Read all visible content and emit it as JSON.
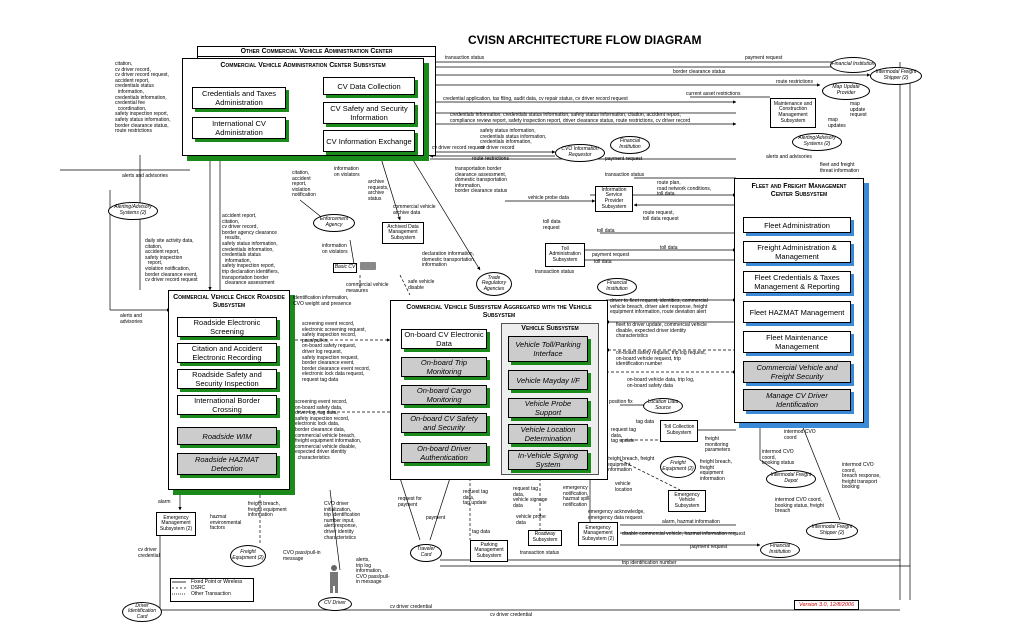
{
  "title": "CVISN ARCHITECTURE FLOW DIAGRAM",
  "version": "Version 3.0, 12/8/2006",
  "other_center": {
    "title": "Other Commercial Vehicle Administration Center"
  },
  "cvac": {
    "title": "Commercial Vehicle Administration Center Subsystem",
    "boxes": [
      "Credentials and Taxes Administration",
      "International CV Administration",
      "CV Data Collection",
      "CV Safety and Security Information",
      "CV Information Exchange"
    ]
  },
  "fleet": {
    "title": "Fleet and Freight Management Center Subsystem",
    "boxes": [
      "Fleet Administration",
      "Freight Administration & Management",
      "Fleet Credentials & Taxes Management & Reporting",
      "Fleet HAZMAT Management",
      "Fleet Maintenance Management"
    ],
    "gray_boxes": [
      "Commercial Vehicle and Freight Security",
      "Manage CV Driver Identification"
    ]
  },
  "cvcheck": {
    "title": "Commercial Vehicle Check Roadside Subsystem",
    "boxes": [
      "Roadside Electronic Screening",
      "Citation and Accident Electronic Recording",
      "Roadside Safety and Security Inspection",
      "International Border Crossing"
    ],
    "gray_boxes": [
      "Roadside WIM",
      "Roadside HAZMAT Detection"
    ]
  },
  "cvs": {
    "title": "Commercial Vehicle Subsystem Aggregated with the Vehicle Subsystem",
    "boxes": [
      "On-board CV Electronic Data"
    ],
    "gray_boxes": [
      "On-board Trip Monitoring",
      "On-board Cargo Monitoring",
      "On-board CV Safety and Security",
      "On-board Driver Authentication"
    ],
    "vehicle_title": "Vehicle Subsystem",
    "vehicle_boxes": [
      "Vehicle Toll/Parking Interface",
      "Vehicle Mayday I/F",
      "Vehicle Probe Support",
      "Vehicle Location Determination",
      "In-Vehicle Signing System"
    ]
  },
  "terminators": {
    "maintenance": "Maintenance and Construction Management Subsystem",
    "isp": "Information Service Provider Subsystem",
    "archived": "Archived Data Management Subsystem",
    "toll": "Toll Administration Subsystem",
    "toll_collection": "Toll Collection Subsystem",
    "emergency_vehicle": "Emergency Vehicle Subsystem",
    "emergency_mgmt_right": "Emergency Management Subsystem (2)",
    "emergency_mgmt_left": "Emergency Management Subsystem (2)",
    "parking": "Parking Management Subsystem",
    "roadway": "Roadway Subsystem",
    "basic_cv": "Basic CV"
  },
  "ellipses": {
    "financial_top": "Financial Institution",
    "intermodal_top": "Intermodal Freight Shipper (2)",
    "map_update": "Map Update Provider",
    "alerting_right": "Alerting/Advisory Systems (2)",
    "financial_mid": "Financial Institution",
    "cvo_info": "CVO Information Requestor",
    "alerting_left": "Alerting/Advisory Systems (2)",
    "enforcement": "Enforcement Agency",
    "trade": "Trade Regulatory Agencies",
    "financial_toll": "Financial Institution",
    "location": "Location Data Source",
    "freight_eq_right": "Freight Equipment (2)",
    "intermodal_depot": "Intermodal Freight Depot",
    "intermodal_bottom": "Intermodal Freight Shipper (2)",
    "financial_bottom": "Financial Institution",
    "freight_eq_left": "Freight Equipment (2)",
    "traveler": "Traveler Card",
    "cv_driver": "CV Driver",
    "driver_id": "Driver Identification Card"
  },
  "legend": [
    "Fixed Point or Wireless",
    "DSRC",
    "Other Transaction"
  ],
  "labels": {
    "transaction_status": "transaction status",
    "payment_request": "payment request",
    "border_clearance": "border clearance status",
    "route_restrictions": "route restrictions",
    "current_asset": "current asset restrictions",
    "cred_app": "credential application, tax filing, audit data, cv repair status, cv driver record request",
    "cred_info": "credentials information, credentials status information, safety status information, citation, accident report,\ncompliance review report, safety inspection report, driver clearance status, route restrictions, cv driver record",
    "map_update_req": "map\nupdate\nrequest",
    "map_updates": "map\nupdates",
    "safety_status": "safety status information,\ncredentials status information,\ncredentials information,\ncv driver record",
    "cv_driver_record_request": "cv driver record request",
    "route_restr2": "route restrictions",
    "payment_request2": "payment request",
    "alerts_adv_right": "alerts and advisories",
    "fleet_threat": "fleet and freight\nthreat information",
    "left_list": "citation,\ncv driver record,\ncv driver record request,\naccident report,\ncredentials status\n  information,\ncredentials information,\ncredential fee\n  coordination,\nsafety inspection report,\nsafety status information,\nborder clearance status,\nroute restrictions",
    "alerts_adv_left": "alerts and advisories",
    "citation_acc": "citation,\naccident\nreport,\nviolation\nnotification",
    "info_violators": "information\non violators",
    "archive_req": "archive\nrequests,\narchive\nstatus",
    "cv_archive": "commercial vehicle\narchive data",
    "transport_border": "transportation border\nclearance assessment,\ndomestic transportation\ninformation,\nborder clearance status",
    "vehicle_probe_data": "vehicle probe data",
    "transaction_status2": "transaction status",
    "route_plan": "route plan,\nroad network conditions,\ntoll data",
    "route_request": "route request,\ntoll data request",
    "toll_data_req": "toll data\nrequest",
    "toll_data": "toll data",
    "toll_data2": "toll data",
    "payment_request3": "payment request",
    "toll_data3": "toll data",
    "transaction_status3": "transaction status",
    "mid_list": "accident report,\ncitation,\ncv driver record,\nborder agency clearance\n  results,\nsafety status information,\ncredentials information,\ncredentials status\n  information,\nsafety inspection report,\ntrip declaration identifiers,\ntransportation border\n  clearance assessment",
    "daily_site": "daily site activity data,\ncitation,\naccident report,\nsafety inspection\n  report,\nviolation notification,\nborder clearance event,\ncv driver record request",
    "info_violators2": "information\non violators",
    "declaration": "declaration information,\ndomestic transportation\ninformation",
    "id_weight": "identification information,\nCVO weight and presence",
    "cv_measures": "commercial vehicle\nmeasures",
    "safe_disable": "safe vehicle\ndisable",
    "alerts_adv_left2": "alerts and\nadvisories",
    "driver_to_fleet": "driver to fleet request, identities, commercial\nvehicle breach, driver alert response, freight\nequipment information, route deviation alert",
    "fleet_to_driver": "fleet to driver update, commercial vehicle\ndisable, expected driver identity\ncharacteristics",
    "onboard_safety": "on-board safety request, trip log request,\non-board vehicle request, trip\nidentification number",
    "onboard_data": "on-board vehicle data, trip log,\non-board safety data",
    "screening1": "screening event record,\nelectronic screening request,\nsafety inspection record,\npass/pull-in,\non-board safety request,\ndriver log request,\nsafety inspection request,\nborder clearance event,\nborder clearance event record,\nelectronic lock data request,\nrequest tag data",
    "screening2": "screening event record,\non-board safety data,\ndriver log, tag data,\nsafety inspection record,\nelectronic lock data,\nborder clearance data,\ncommercial vehicle breach,\nfreight equipment information,\ncommercial vehicle disable,\nexpected driver identity\n  characteristics",
    "position_fix": "position fix",
    "tag_data": "tag data",
    "request_tag": "request tag\ndata,\ntag update",
    "freight_monitor": "freight\nmonitoring\nparameters",
    "freight_breach": "freight breach, freight\nequipment\ninformation",
    "vehicle_location": "vehicle\nlocation",
    "freight_breach2": "freight breach,\nfreight\nequipment\ninformation",
    "intermod_cvo": "intermod CVO\ncoord",
    "intermod_cvo2": "intermod CVO\ncoord,\nbooking status",
    "intermod_cvo3": "intermod CVO\ncoord,\nbreach response,\nfreight transport\nbooking",
    "intermod_cvo4": "intermod CVO coord,\nbooking status, freight\nbreach",
    "request_tag2": "request tag\ndata,\ntag update",
    "tag_data2": "tag data",
    "request_tag3": "request tag\ndata,\nvehicle signage\ndata",
    "vehicle_probe": "vehicle probe\ndata",
    "emergency_notif": "emergency\nnotification,\nhazmat spill\nnotification",
    "emergency_ack": "emergency acknowledge,\nemergency data request",
    "alarm_hazmat": "alarm, hazmat information",
    "disable_cv": "disable commercial vehicle, hazmat information request",
    "payment_request4": "payment request",
    "transaction_status4": "transaction status",
    "trip_id": "trip identification number",
    "request_payment": "request for\npayment",
    "payment": "payment",
    "alarm": "alarm",
    "hazmat_env": "hazmat\nenvironmental\nfactors",
    "freight_breach3": "freight breach,\nfreight equipment\ninformation",
    "cvo_driver_init": "CVO driver\ninitialization,\ntrip identification\nnumber input,\nalert response,\ndriver identity\ncharacteristics",
    "cvo_pass": "CVO pass/pull-in\nmessage",
    "alerts_trip": "alerts,\ntrip log\ninformation,\nCVO pass/pull-\nin message",
    "cv_driver_cred": "cv driver\ncredential",
    "cv_driver_cred2": "cv driver credential",
    "cv_driver_cred3": "cv driver credential"
  }
}
